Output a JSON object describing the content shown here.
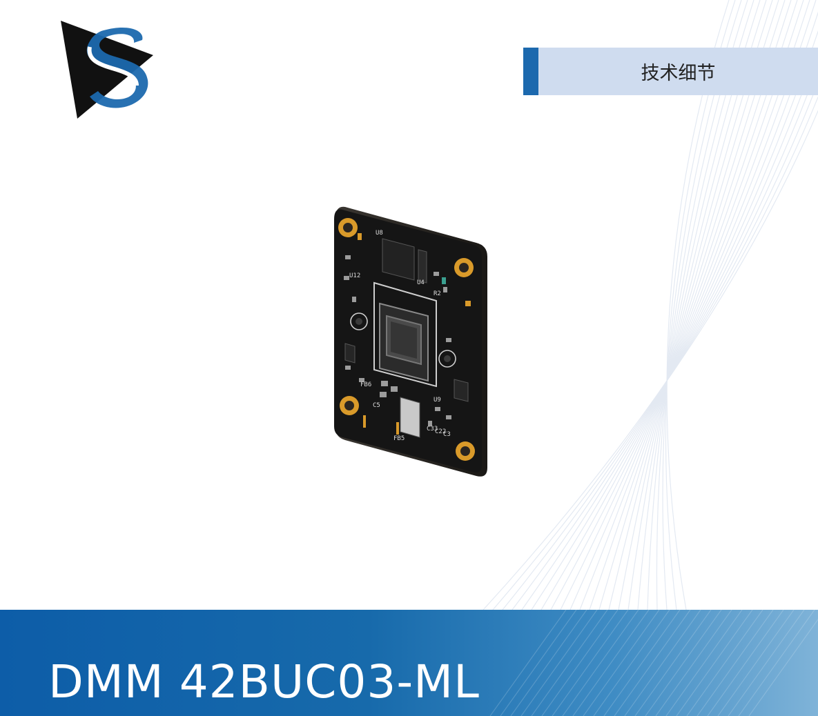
{
  "header": {
    "section_label": "技术细节"
  },
  "product": {
    "name": "DMM 42BUC03-ML"
  },
  "colors": {
    "brand_blue": "#1c69ae",
    "tab_background": "#cfdcef",
    "banner_start": "#0d5da8",
    "banner_end": "#7fb3d8"
  },
  "pcb_labels": [
    "U8",
    "U12",
    "U4",
    "U9",
    "C5",
    "C3",
    "FB5",
    "FB6",
    "R2",
    "C22",
    "C33"
  ]
}
